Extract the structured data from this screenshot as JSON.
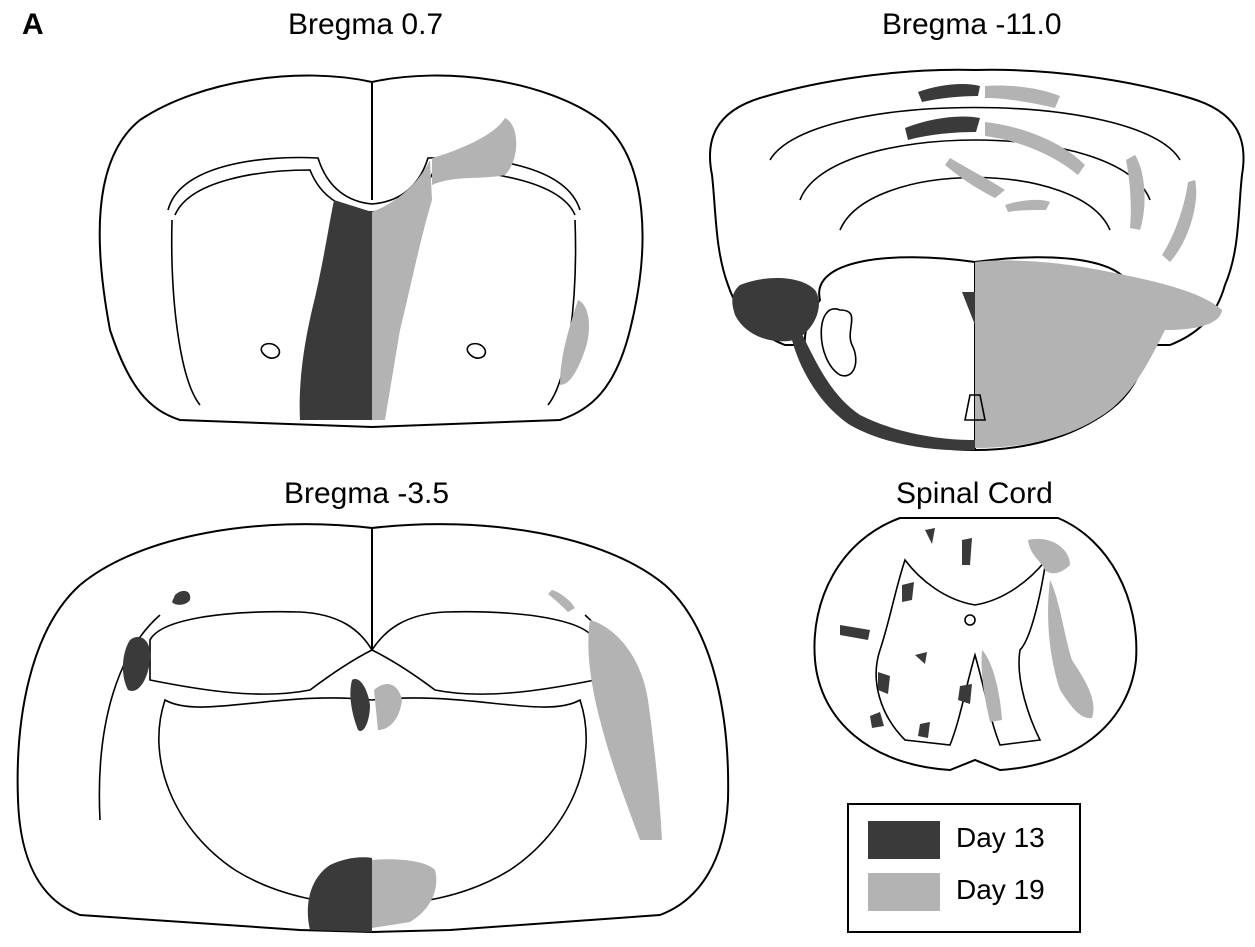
{
  "figure": {
    "panel_letter": "A",
    "colors": {
      "day13": "#3a3a3a",
      "day19": "#b3b3b3",
      "outline": "#000000",
      "background": "#ffffff"
    },
    "sections": [
      {
        "id": "bregma-0-7",
        "title": "Bregma 0.7"
      },
      {
        "id": "bregma-11-0",
        "title": "Bregma -11.0"
      },
      {
        "id": "bregma-3-5",
        "title": "Bregma -3.5"
      },
      {
        "id": "spinal-cord",
        "title": "Spinal Cord"
      }
    ],
    "legend": [
      {
        "label": "Day 13",
        "color": "#3a3a3a"
      },
      {
        "label": "Day 19",
        "color": "#b3b3b3"
      }
    ]
  }
}
